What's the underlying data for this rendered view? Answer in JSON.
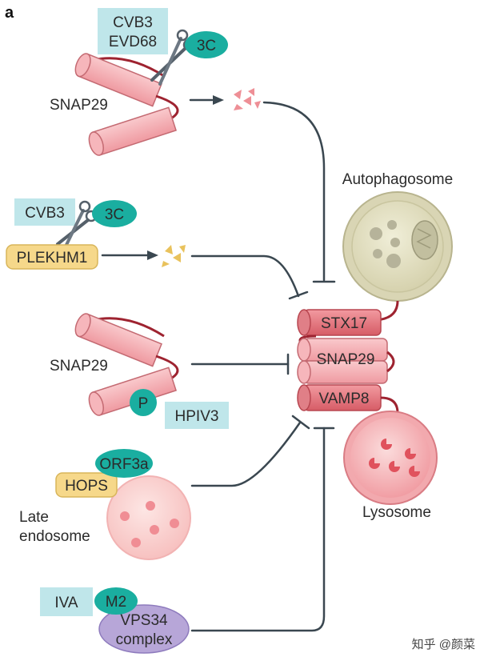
{
  "panel_label": "a",
  "pathways": {
    "cvb3_evd68": {
      "viruses_line1": "CVB3",
      "viruses_line2": "EVD68",
      "protease": "3C",
      "target": "SNAP29"
    },
    "cvb3_plekhm1": {
      "virus": "CVB3",
      "protease": "3C",
      "target": "PLEKHM1"
    },
    "hpiv3": {
      "target": "SNAP29",
      "phospho": "P",
      "virus": "HPIV3"
    },
    "orf3a": {
      "protein": "ORF3a",
      "partner": "HOPS",
      "compartment_line1": "Late",
      "compartment_line2": "endosome"
    },
    "iva": {
      "virus": "IVA",
      "protein": "M2",
      "complex_line1": "VPS34",
      "complex_line2": "complex"
    }
  },
  "fusion": {
    "autophagosome": "Autophagosome",
    "lysosome": "Lysosome",
    "snare_top": "STX17",
    "snare_mid": "SNAP29",
    "snare_bottom": "VAMP8"
  },
  "watermark": "知乎 @颜菜",
  "colors": {
    "teal": "#1aaea0",
    "light_blue": "#bfe6ea",
    "pink": "#f4a5aa",
    "red_helix": "#e06a72",
    "dark_red": "#9e2330",
    "yellow": "#f6d88a",
    "purple": "#b7a6d8",
    "line": "#3a4750",
    "autophagosome_fill": "#e2dfc3"
  }
}
